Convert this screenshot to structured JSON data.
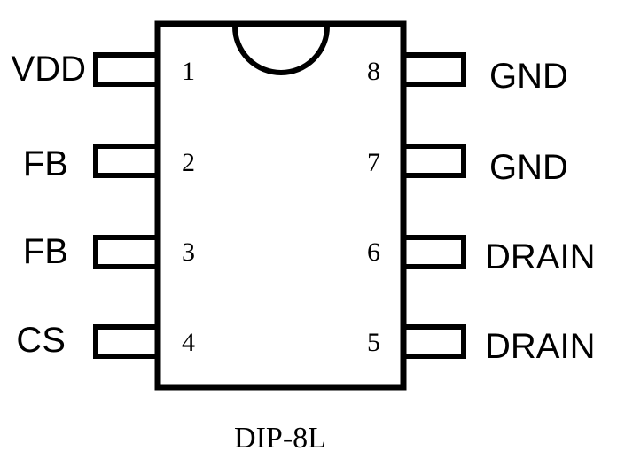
{
  "package": {
    "label": "DIP-8L"
  },
  "pins": [
    {
      "number": "1",
      "name": "VDD",
      "side": "left"
    },
    {
      "number": "2",
      "name": "FB",
      "side": "left"
    },
    {
      "number": "3",
      "name": "FB",
      "side": "left"
    },
    {
      "number": "4",
      "name": "CS",
      "side": "left"
    },
    {
      "number": "5",
      "name": "DRAIN",
      "side": "right"
    },
    {
      "number": "6",
      "name": "DRAIN",
      "side": "right"
    },
    {
      "number": "7",
      "name": "GND",
      "side": "right"
    },
    {
      "number": "8",
      "name": "GND",
      "side": "right"
    }
  ]
}
